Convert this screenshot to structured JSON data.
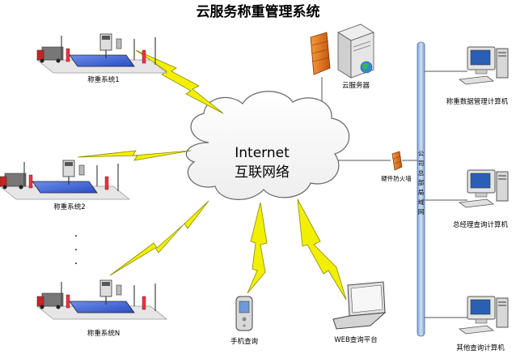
{
  "title": "云服务称重管理系统",
  "internet": {
    "line1": "Internet",
    "line2": "互联网络"
  },
  "cloud_server": {
    "label": "云服务器"
  },
  "firewall": {
    "label": "硬件防火墙"
  },
  "lan_label": "公司总部局域网",
  "lan_chars": [
    "公",
    "司",
    "总",
    "部",
    "局",
    "域",
    "网"
  ],
  "weigh_systems": [
    {
      "label": "称重系统1"
    },
    {
      "label": "称重系统2"
    },
    {
      "label": "称重系统N"
    }
  ],
  "clients": [
    {
      "label": "手机查询"
    },
    {
      "label": "WEB查询平台"
    }
  ],
  "computers": [
    {
      "label": "称重数据管理计算机"
    },
    {
      "label": "总经理查询计算机"
    },
    {
      "label": "其他查询计算机"
    }
  ],
  "ellipsis": "·",
  "colors": {
    "bolt": "#f2ef00",
    "bolt_stroke": "#8a8a00",
    "lan_bar": "#a9c4e8",
    "lan_stroke": "#4a6fa5",
    "firewall": "#e8731c",
    "line": "#555555"
  }
}
